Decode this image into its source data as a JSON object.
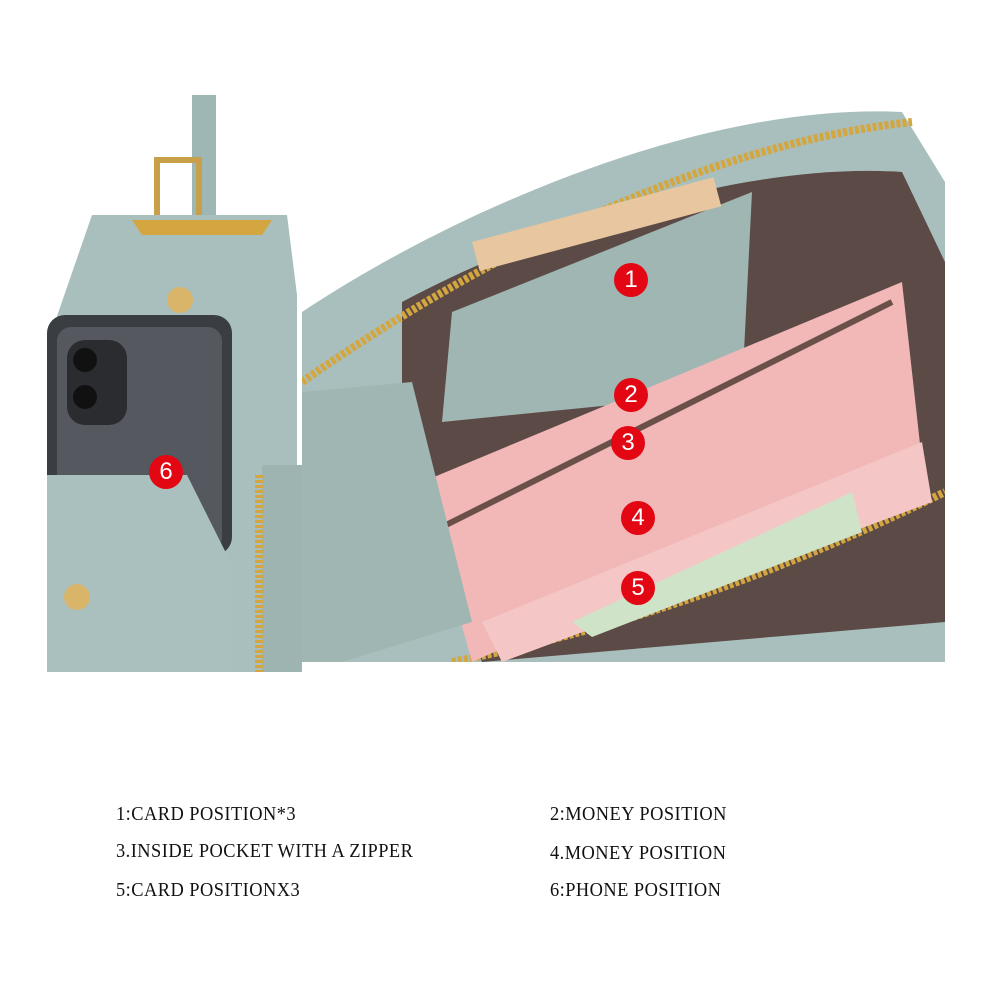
{
  "markers": {
    "m1": "1",
    "m2": "2",
    "m3": "3",
    "m4": "4",
    "m5": "5",
    "m6": "6"
  },
  "captions": [
    "1:CARD POSITION*3",
    "2:MONEY POSITION",
    "3.INSIDE POCKET WITH A ZIPPER",
    "4.MONEY POSITION",
    "5:CARD POSITIONX3",
    "6:PHONE POSITION"
  ],
  "colors": {
    "leather": "#a9bfbd",
    "lining": "#5b4a45",
    "zipper": "#d4a640",
    "marker": "#e30613",
    "banknote": "#f2b8b8"
  }
}
